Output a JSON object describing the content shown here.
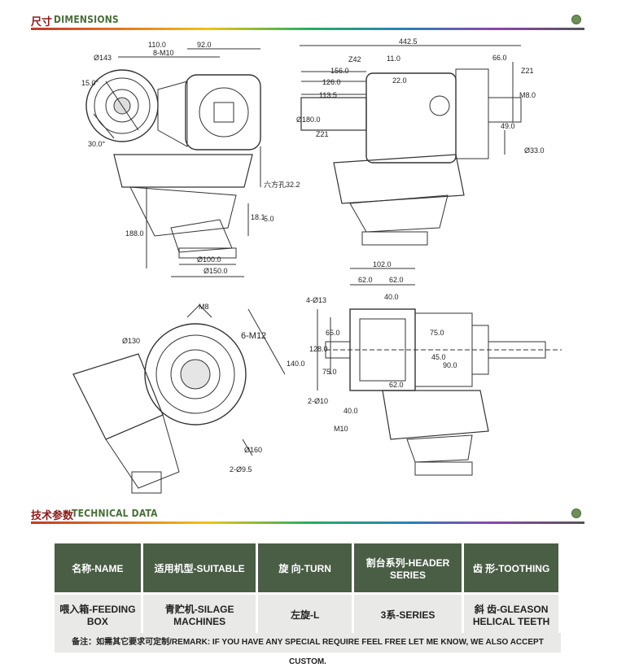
{
  "sections": {
    "dimensions": {
      "cn": "尺寸",
      "en": "DIMENSIONS"
    },
    "technical": {
      "cn": "技术参数",
      "en": "TECHNICAL DATA"
    }
  },
  "drawing_labels": {
    "d143": "Ø143",
    "a15": "15.0°",
    "a30": "30.0°",
    "m10_8": "8-M10",
    "w110": "110.0",
    "w92": "92.0",
    "hole": "六方孔32.2",
    "d180": "Ø180.0",
    "h188": "188.0",
    "h18": "18.1",
    "h5": "5.0",
    "d100": "Ø100.0",
    "d150": "Ø150.0",
    "w442": "442.5",
    "z42": "Z42",
    "w11": "11.0",
    "w156": "156.0",
    "w22": "22.0",
    "w126": "126.0",
    "w113": "113.5",
    "z21a": "Z21",
    "w66": "66.0",
    "z21b": "Z21",
    "m8": "M8.0",
    "w49": "49.0",
    "d33": "Ø33.0",
    "m8b": "M8",
    "d130": "Ø130",
    "m12": "6-M12",
    "h140": "140.0",
    "d160": "Ø160",
    "d95": "2-Ø9.5",
    "w102": "102.0",
    "w62a": "62.0",
    "w62b": "62.0",
    "d13": "4-Ø13",
    "w40a": "40.0",
    "h65": "65.0",
    "h128": "128.0",
    "h75a": "75.0",
    "h75b": "75.0",
    "h45": "45.0",
    "h90": "90.0",
    "w62c": "62.0",
    "d10": "2-Ø10",
    "w40b": "40.0",
    "m10": "M10"
  },
  "table": {
    "headers": [
      "名称-NAME",
      "适用机型-SUITABLE",
      "旋 向-TURN",
      "割台系列-HEADER SERIES",
      "齿 形-TOOTHING"
    ],
    "row": [
      "喂入箱-FEEDING BOX",
      "青贮机-SILAGE MACHINES",
      "左旋-L",
      "3系-SERIES",
      "斜 齿-GLEASON HELICAL TEETH"
    ]
  },
  "remark": "备注：如需其它要求可定制/REMARK: IF YOU HAVE ANY SPECIAL REQUIRE FEEL FREE LET ME KNOW, WE ALSO ACCEPT CUSTOM.",
  "colors": {
    "header_bg": "#4a5d45",
    "cell_bg": "#e9eae7",
    "title_red": "#8a1c1c",
    "title_green": "#4a6e3a"
  }
}
